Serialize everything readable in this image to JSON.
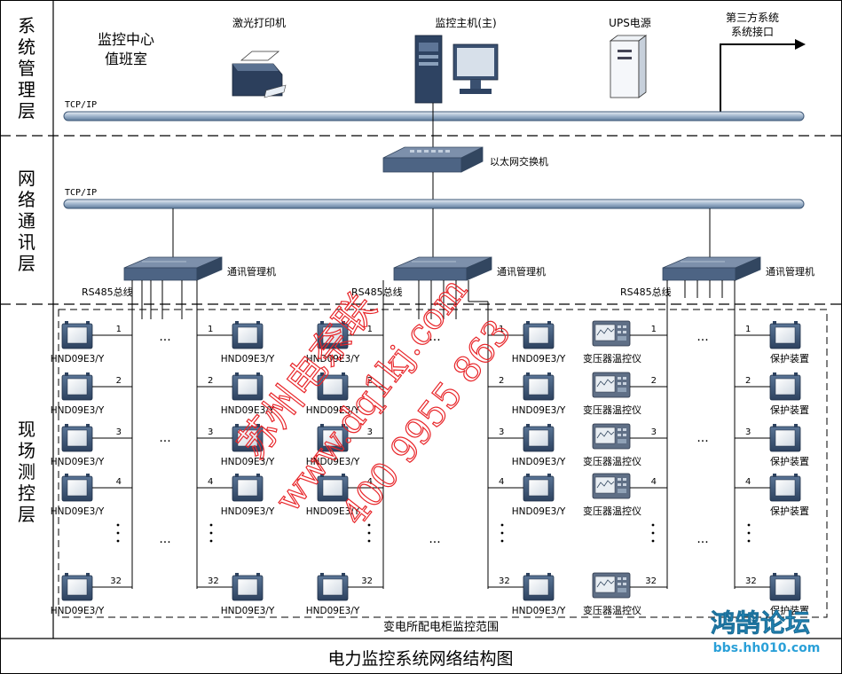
{
  "layers": {
    "system": "系统管理层",
    "network": "网络通讯层",
    "field": "现场测控层"
  },
  "top": {
    "room_line1": "监控中心",
    "room_line2": "值班室",
    "printer": "激光打印机",
    "host": "监控主机(主)",
    "ups": "UPS电源",
    "third_party_line1": "第三方系统",
    "third_party_line2": "系统接口",
    "tcpip_top": "TCP/IP",
    "tcpip_mid": "TCP/IP",
    "switch": "以太网交换机"
  },
  "gateways": [
    "通讯管理机",
    "通讯管理机",
    "通讯管理机"
  ],
  "rs485": [
    "RS485总线",
    "RS485总线",
    "RS485总线"
  ],
  "row_numbers": [
    "1",
    "2",
    "3",
    "4",
    "32"
  ],
  "devices": {
    "meter": "HND09E3/Y",
    "transformer": "变压器温控仪",
    "protection": "保护装置"
  },
  "ellipsis": "...",
  "scope": "变电所配电柜监控范围",
  "caption": "电力监控系统网络结构图",
  "watermark": {
    "company": "苏州电奈联",
    "url": "www.dq1kj.com",
    "phone": "400 9955 863",
    "forum": "鸿鹄论坛",
    "forum_url": "bbs.hh010.com"
  },
  "colors": {
    "bus": "#6f8fb2",
    "watermark": "#e8262a",
    "forum": "#2aa0d8"
  }
}
